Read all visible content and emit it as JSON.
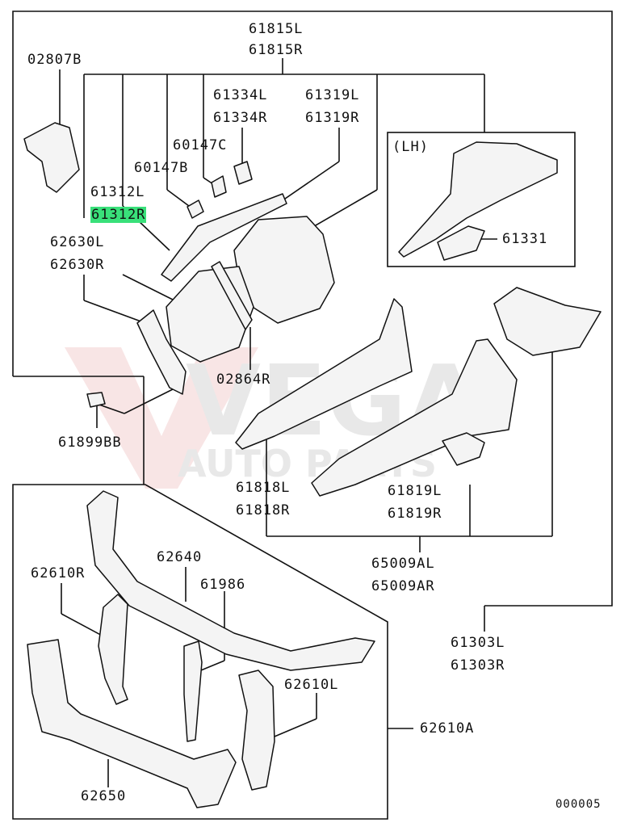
{
  "watermark": {
    "big": "VEGA",
    "small": "AUTO PARTS",
    "color": "#e5e5e5",
    "accent": "#f3d6d6"
  },
  "highlight_color": "#39e07a",
  "labels": {
    "l61815L": "61815L",
    "l61815R": "61815R",
    "l02807B": "02807B",
    "l61334L": "61334L",
    "l61334R": "61334R",
    "l61319L": "61319L",
    "l61319R": "61319R",
    "l60147C": "60147C",
    "l60147B": "60147B",
    "l61312L": "61312L",
    "l61312R": "61312R",
    "l62630L": "62630L",
    "l62630R": "62630R",
    "lh": "(LH)",
    "l61331": "61331",
    "l02864R": "02864R",
    "l61899BB": "61899BB",
    "l61818L": "61818L",
    "l61818R": "61818R",
    "l61819L": "61819L",
    "l61819R": "61819R",
    "l65009AL": "65009AL",
    "l65009AR": "65009AR",
    "l62640": "62640",
    "l62610R": "62610R",
    "l61986": "61986",
    "l61303L": "61303L",
    "l61303R": "61303R",
    "l62610L": "62610L",
    "l62610A": "62610A",
    "l62650": "62650",
    "l000005": "000005"
  }
}
